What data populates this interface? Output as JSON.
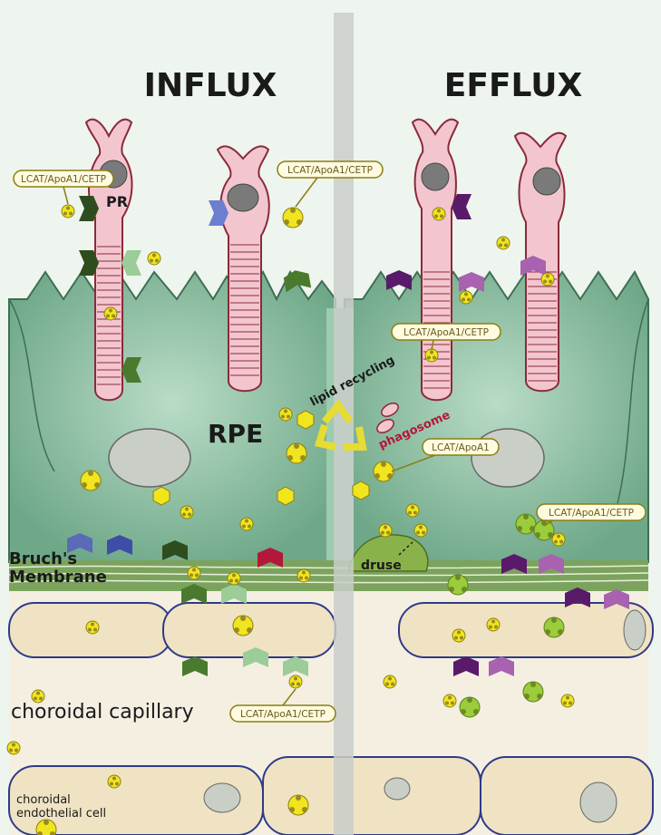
{
  "titles": {
    "influx": "INFLUX",
    "efflux": "EFFLUX"
  },
  "labels": {
    "pr": "PR",
    "rpe": "RPE",
    "bruchs": "Bruch's",
    "membrane": "Membrane",
    "druse": "druse",
    "lipid_recycling": "lipid recycling",
    "phagosome": "phagosome",
    "choroidal_capillary": "choroidal capillary",
    "choroidal": "choroidal",
    "endothelial_cell": "endothelial cell"
  },
  "enzyme_boxes": {
    "left_top": "LCAT/ApoA1/CETP",
    "left_mid": "LCAT/ApoA1/CETP",
    "right_mid": "LCAT/ApoA1/CETP",
    "right_lcat": "LCAT/ApoA1",
    "right_lower": "LCAT/ApoA1/CETP",
    "bottom_center": "LCAT/ApoA1/CETP"
  },
  "colors": {
    "background": "#eef4ee",
    "rpe": "#6fa889",
    "rpe_light": "#9ccbb0",
    "photoreceptor": "#f3c6cf",
    "photoreceptor_outline": "#8a2a3a",
    "bruchs": "#5e8a46",
    "capillary": "#efe3c3",
    "capillary_outline": "#2f3a8a",
    "lipoprotein": "#f0e51e",
    "lipoprotein_green": "#9acc3c",
    "divider": "#c9cec9"
  }
}
